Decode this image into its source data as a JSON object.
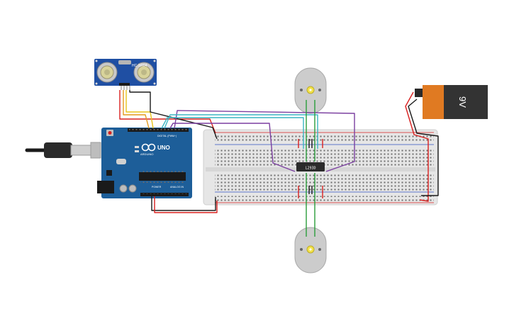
{
  "canvas": {
    "background": "#ffffff"
  },
  "sensor": {
    "model": "HC-SR04",
    "board_color": "#1f4fa3"
  },
  "arduino": {
    "logo": "UNO",
    "brand": "ARDUINO",
    "digital_label": "DIGITAL (PWM~)",
    "power_label": "POWER",
    "analog_label": "ANALOG IN",
    "board_color": "#1d5e99"
  },
  "driver_ic": {
    "label": "L293D"
  },
  "battery": {
    "label": "9V",
    "body_color": "#333333",
    "cap_color": "#e07a22"
  },
  "motors": [
    {
      "position": "top"
    },
    {
      "position": "bottom"
    }
  ],
  "wire_colors": {
    "red": "#d9201f",
    "black": "#1a1a1a",
    "yellow": "#e8c31a",
    "orange": "#e39a1e",
    "purple": "#7b3fa0",
    "teal": "#3bb6c4",
    "green": "#2a9d3a"
  }
}
